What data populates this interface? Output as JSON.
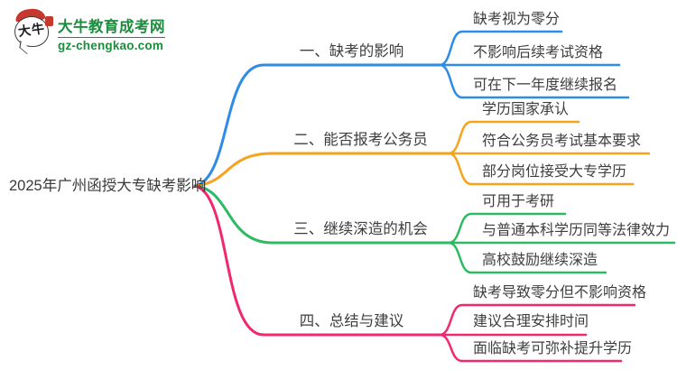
{
  "page": {
    "background": "#FFFFFF"
  },
  "logo": {
    "mark_text": "大牛",
    "title": "大牛教育成考网",
    "domain": "gz-chengkao.com",
    "title_color": "#1E8C3E",
    "seal_color": "#C8372D"
  },
  "root": {
    "label": "2025年广州函授大专缺考影响",
    "text_color": "#3A3A3A"
  },
  "branches": [
    {
      "label": "一、缺考的影响",
      "color": "#2E8BE6",
      "children": [
        "缺考视为零分",
        "不影响后续考试资格",
        "可在下一年度继续报名"
      ]
    },
    {
      "label": "二、能否报考公务员",
      "color": "#F6A41C",
      "children": [
        "学历国家承认",
        "符合公务员考试基本要求",
        "部分岗位接受大专学历"
      ]
    },
    {
      "label": "三、继续深造的机会",
      "color": "#2CBB63",
      "children": [
        "可用于考研",
        "与普通本科学历同等法律效力",
        "高校鼓励继续深造"
      ]
    },
    {
      "label": "四、总结与建议",
      "color": "#F1286F",
      "children": [
        "缺考导致零分但不影响资格",
        "建议合理安排时间",
        "面临缺考可弥补提升学历"
      ]
    }
  ]
}
